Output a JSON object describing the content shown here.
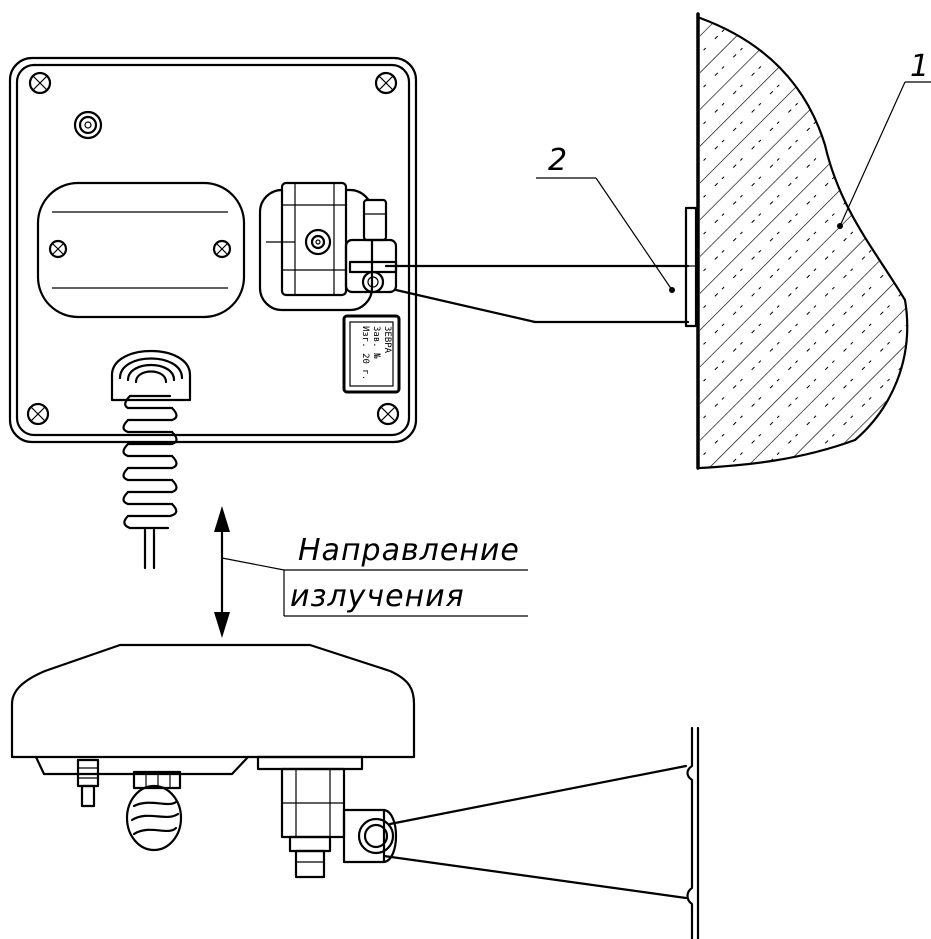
{
  "callouts": {
    "wall_number": "1",
    "bracket_number": "2"
  },
  "caption": {
    "line1": "Направление",
    "line2": "излучения"
  },
  "nameplate": {
    "line1": "ЗЕВРА",
    "line2": "Зав. №",
    "line3": "Изг. 20   г."
  },
  "colors": {
    "ink": "#000000",
    "paper": "#ffffff"
  }
}
